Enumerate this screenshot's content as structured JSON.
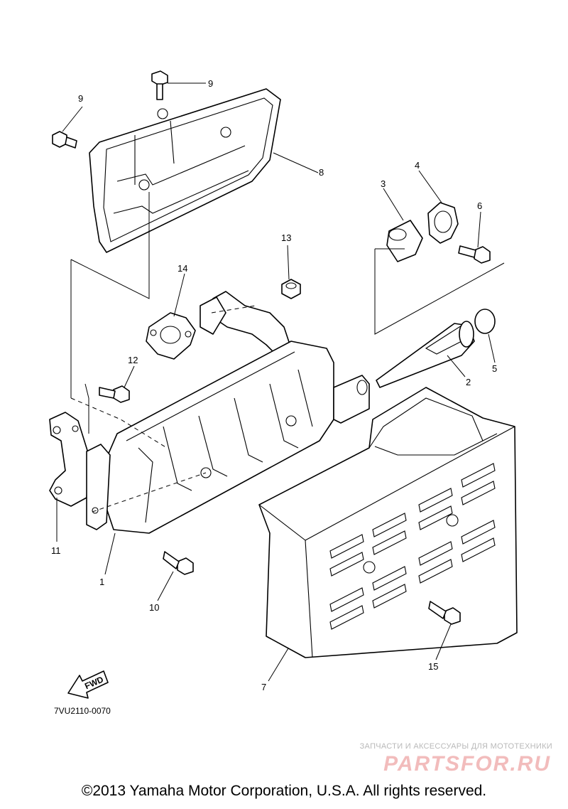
{
  "diagram": {
    "callouts": [
      {
        "id": "c1",
        "text": "1"
      },
      {
        "id": "c2",
        "text": "2"
      },
      {
        "id": "c3",
        "text": "3"
      },
      {
        "id": "c4",
        "text": "4"
      },
      {
        "id": "c5",
        "text": "5"
      },
      {
        "id": "c6",
        "text": "6"
      },
      {
        "id": "c7",
        "text": "7"
      },
      {
        "id": "c8",
        "text": "8"
      },
      {
        "id": "c9a",
        "text": "9"
      },
      {
        "id": "c9b",
        "text": "9"
      },
      {
        "id": "c10",
        "text": "10"
      },
      {
        "id": "c11",
        "text": "11"
      },
      {
        "id": "c12",
        "text": "12"
      },
      {
        "id": "c13",
        "text": "13"
      },
      {
        "id": "c14",
        "text": "14"
      },
      {
        "id": "c15",
        "text": "15"
      }
    ],
    "fwd_label": "FWD",
    "drawing_code": "7VU2110-0070"
  },
  "footer": {
    "copyright": "©2013 Yamaha Motor Corporation, U.S.A. All rights reserved."
  },
  "watermark": {
    "tagline": "ЗАПЧАСТИ И АКСЕССУАРЫ ДЛЯ МОТОТЕХНИКИ",
    "logo": "PARTSFOR.RU"
  }
}
